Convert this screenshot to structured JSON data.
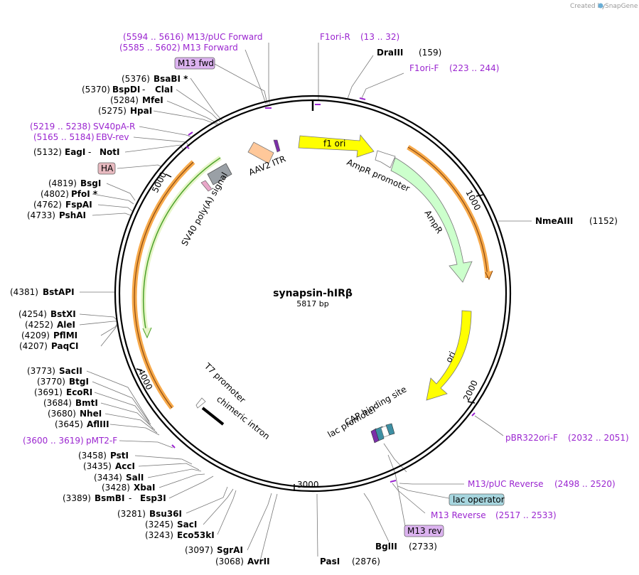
{
  "watermark": "Created by",
  "brand": "SnapGene",
  "plasmid": {
    "name": "synapsin-hIRβ",
    "length_label": "5817 bp"
  },
  "ticks": [
    "1000",
    "2000",
    "3000",
    "4000",
    "5000"
  ],
  "features": {
    "f1_ori": "f1 ori",
    "ampr_promoter": "AmpR promoter",
    "ampr": "AmpR",
    "ori": "ori",
    "aav2_itr": "AAV2 ITR",
    "sv40_polya": "SV40 poly(A) signal",
    "t7_promoter": "T7 promoter",
    "chimeric_intron": "chimeric intron",
    "cap_site": "CAP binding site",
    "lac_promoter": "lac promoter"
  },
  "boxed_labels": {
    "m13_fwd": "M13 fwd",
    "ha": "HA",
    "lac_operator": "lac operator",
    "m13_rev": "M13 rev"
  },
  "primers": {
    "m13_puc_forward": {
      "pos": "(5594 .. 5616)",
      "name": "M13/pUC Forward"
    },
    "m13_forward": {
      "pos": "(5585 .. 5602)",
      "name": "M13 Forward"
    },
    "f1ori_r": {
      "name": "F1ori-R",
      "pos": "(13 .. 32)"
    },
    "f1ori_f": {
      "name": "F1ori-F",
      "pos": "(223 .. 244)"
    },
    "sv40pa_r": {
      "pos": "(5219 .. 5238)",
      "name": "SV40pA-R"
    },
    "ebv_rev": {
      "pos": "(5165 .. 5184)",
      "name": "EBV-rev"
    },
    "pbr322ori_f": {
      "name": "pBR322ori-F",
      "pos": "(2032 .. 2051)"
    },
    "m13_puc_reverse": {
      "name": "M13/pUC Reverse",
      "pos": "(2498 .. 2520)"
    },
    "m13_reverse": {
      "name": "M13 Reverse",
      "pos": "(2517 .. 2533)"
    },
    "pmt2_f": {
      "pos": "(3600 .. 3619)",
      "name": "pMT2-F"
    }
  },
  "sites": {
    "draiii": {
      "name": "DraIII",
      "pos": "(159)"
    },
    "nmeaiii": {
      "name": "NmeAIII",
      "pos": "(1152)"
    },
    "bglii": {
      "name": "BglII",
      "pos": "(2733)"
    },
    "pasi": {
      "name": "PasI",
      "pos": "(2876)"
    },
    "bsabi": {
      "pos": "(5376)",
      "name": "BsaBI *"
    },
    "bspdi": {
      "pos": "(5370)",
      "name": "BspDI",
      "sep": " - ",
      "alt": "ClaI"
    },
    "mfei": {
      "pos": "(5284)",
      "name": "MfeI"
    },
    "hpai": {
      "pos": "(5275)",
      "name": "HpaI"
    },
    "eagi": {
      "pos": "(5132)",
      "name": "EagI",
      "sep": " - ",
      "alt": "NotI"
    },
    "bsgi": {
      "pos": "(4819)",
      "name": "BsgI"
    },
    "pfoi": {
      "pos": "(4802)",
      "name": "PfoI *"
    },
    "fspai": {
      "pos": "(4762)",
      "name": "FspAI"
    },
    "pshai": {
      "pos": "(4733)",
      "name": "PshAI"
    },
    "bstapi": {
      "pos": "(4381)",
      "name": "BstAPI"
    },
    "bstxi": {
      "pos": "(4254)",
      "name": "BstXI"
    },
    "alei": {
      "pos": "(4252)",
      "name": "AleI"
    },
    "pflmi": {
      "pos": "(4209)",
      "name": "PflMI"
    },
    "paqci": {
      "pos": "(4207)",
      "name": "PaqCI"
    },
    "sacii": {
      "pos": "(3773)",
      "name": "SacII"
    },
    "btgi": {
      "pos": "(3770)",
      "name": "BtgI"
    },
    "ecori": {
      "pos": "(3691)",
      "name": "EcoRI"
    },
    "bmti": {
      "pos": "(3684)",
      "name": "BmtI"
    },
    "nhei": {
      "pos": "(3680)",
      "name": "NheI"
    },
    "aflii": {
      "pos": "(3645)",
      "name": "AflIII"
    },
    "psti": {
      "pos": "(3458)",
      "name": "PstI"
    },
    "acci": {
      "pos": "(3435)",
      "name": "AccI"
    },
    "sali": {
      "pos": "(3434)",
      "name": "SalI"
    },
    "xbai": {
      "pos": "(3428)",
      "name": "XbaI"
    },
    "bsmbi": {
      "pos": "(3389)",
      "name": "BsmBI",
      "sep": " - ",
      "alt": "Esp3I"
    },
    "bsu36i": {
      "pos": "(3281)",
      "name": "Bsu36I"
    },
    "saci": {
      "pos": "(3245)",
      "name": "SacI"
    },
    "eco53ki": {
      "pos": "(3243)",
      "name": "Eco53kI"
    },
    "sgrai": {
      "pos": "(3097)",
      "name": "SgrAI"
    },
    "avrii": {
      "pos": "(3068)",
      "name": "AvrII"
    }
  },
  "colors": {
    "backbone": "#000000",
    "f1_ori": "#ffff00",
    "ori": "#ffff00",
    "ampr": "#ccffcc",
    "promoter": "#ffffff",
    "itr": "#ffc89a",
    "polya": "#9aa0a6",
    "orf_outline": "#f7a94a",
    "orf_inner": "#8b4a10",
    "orf_green": "#4ca22a",
    "primer": "#9b26d0",
    "boxed_purple": "#dcb3f0",
    "boxed_pink": "#e7b9bf",
    "boxed_teal": "#a7d6df"
  }
}
